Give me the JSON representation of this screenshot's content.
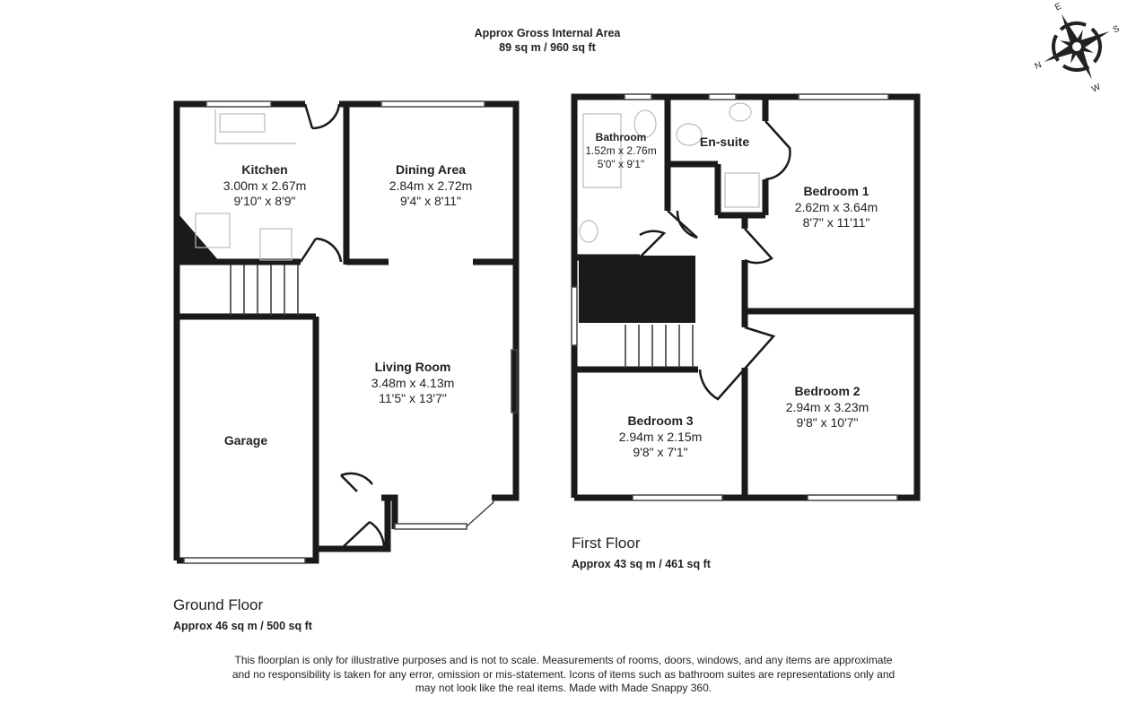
{
  "header": {
    "title": "Approx Gross Internal Area",
    "area": "89 sq m / 960 sq ft"
  },
  "compass": {
    "icon": "compass-rose-icon",
    "labels": [
      "N",
      "E",
      "S",
      "W"
    ]
  },
  "ground_floor": {
    "name": "Ground Floor",
    "area": "Approx 46 sq m / 500 sq ft",
    "rooms": [
      {
        "name": "Kitchen",
        "metric": "3.00m x 2.67m",
        "imperial": "9'10\" x 8'9\""
      },
      {
        "name": "Dining Area",
        "metric": "2.84m x 2.72m",
        "imperial": "9'4\" x 8'11\""
      },
      {
        "name": "Living Room",
        "metric": "3.48m x 4.13m",
        "imperial": "11'5\" x 13'7\""
      },
      {
        "name": "Garage"
      }
    ]
  },
  "first_floor": {
    "name": "First Floor",
    "area": "Approx 43 sq m / 461 sq ft",
    "rooms": [
      {
        "name": "Bathroom",
        "metric": "1.52m x 2.76m",
        "imperial": "5'0\" x 9'1\""
      },
      {
        "name": "En-suite"
      },
      {
        "name": "Bedroom 1",
        "metric": "2.62m x 3.64m",
        "imperial": "8'7\" x 11'11\""
      },
      {
        "name": "Bedroom 2",
        "metric": "2.94m x 3.23m",
        "imperial": "9'8\" x 10'7\""
      },
      {
        "name": "Bedroom 3",
        "metric": "2.94m x 2.15m",
        "imperial": "9'8\" x 7'1\""
      }
    ]
  },
  "disclaimer": "This floorplan is only for illustrative purposes and is not to scale. Measurements of rooms, doors, windows, and any items are approximate and no responsibility is taken for any error, omission or mis-statement. Icons of items such as bathroom suites are representations only and may not look like the real items. Made with Made Snappy 360."
}
